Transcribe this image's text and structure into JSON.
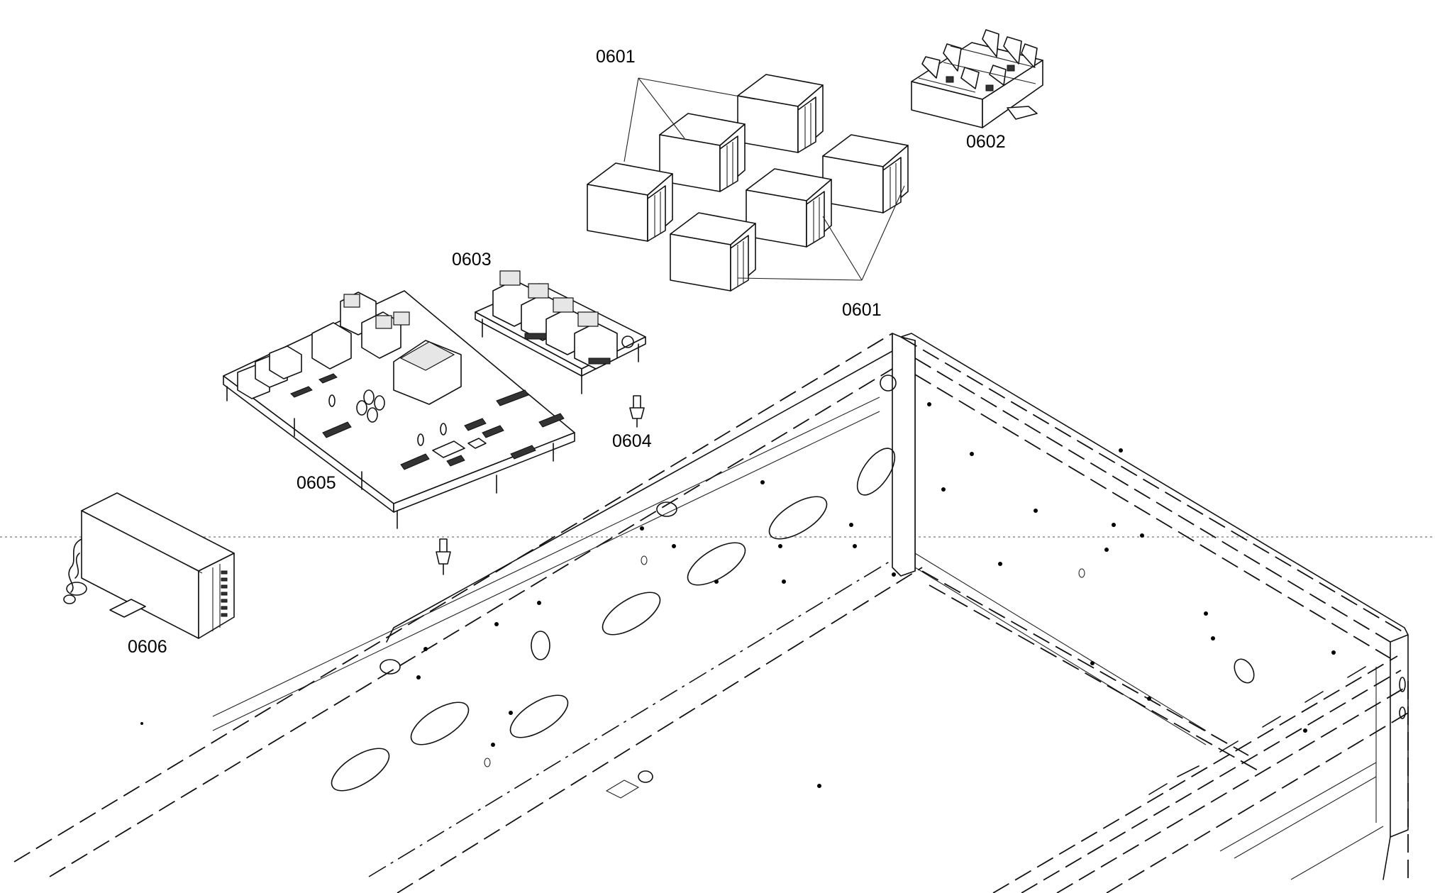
{
  "labels": {
    "p0601_top": "0601",
    "p0601_bottom": "0601",
    "p0602": "0602",
    "p0603": "0603",
    "p0604": "0604",
    "p0605": "0605",
    "p0606": "0606"
  }
}
